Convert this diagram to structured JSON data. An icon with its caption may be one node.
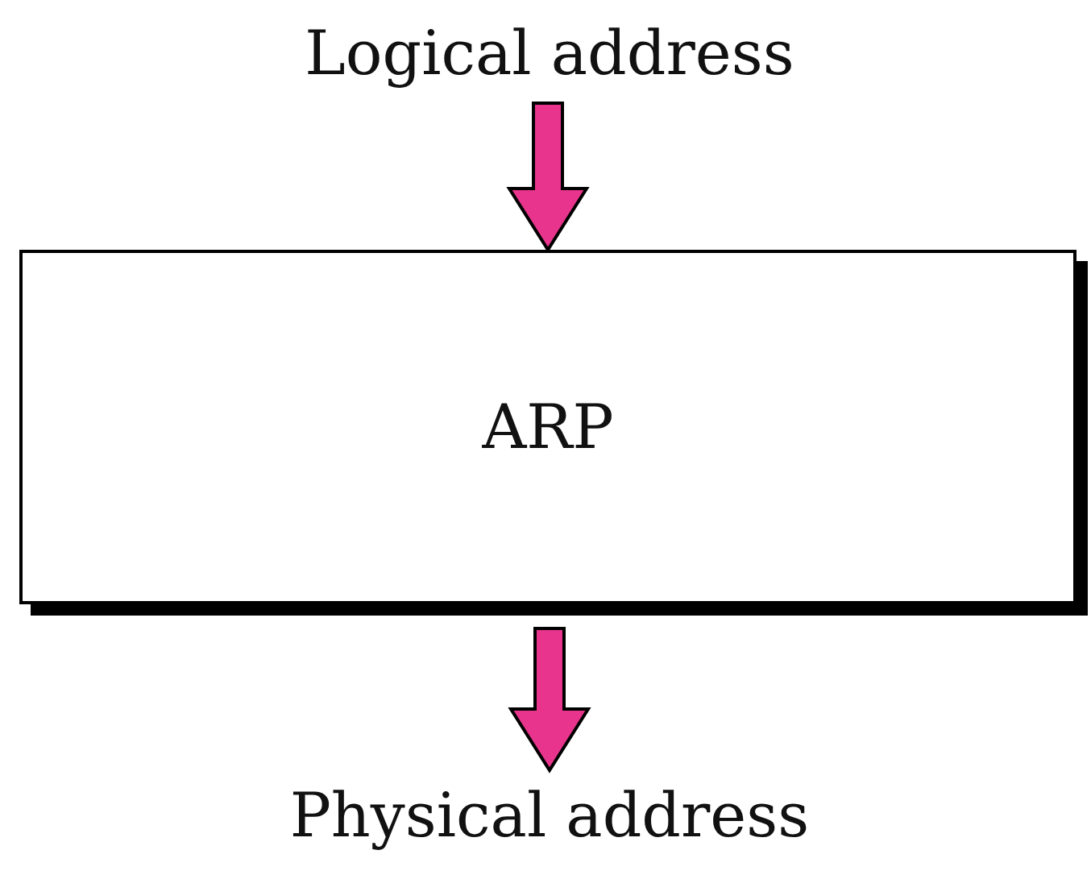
{
  "diagram": {
    "nodes": [
      {
        "text": [
          "Logical address"
        ]
      },
      {
        "text": [
          "ARP"
        ]
      },
      {
        "text": [
          "Physical address"
        ]
      }
    ],
    "edges": [
      {
        "from": 0,
        "to": 1,
        "arrow": "to",
        "style": "thick"
      },
      {
        "from": 1,
        "to": 2,
        "arrow": "to",
        "style": "thick"
      }
    ]
  }
}
